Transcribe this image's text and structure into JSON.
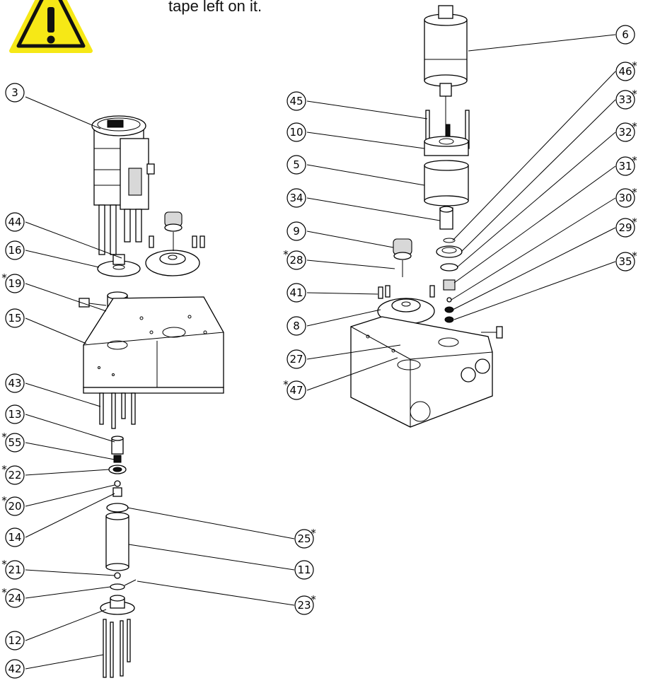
{
  "warning": {
    "icon": "warning-triangle-icon",
    "text": "tape left on it.",
    "icon_color": "#f6e816"
  },
  "callouts": [
    {
      "label": "3",
      "starred": false
    },
    {
      "label": "44",
      "starred": false
    },
    {
      "label": "16",
      "starred": false
    },
    {
      "label": "19",
      "starred": true
    },
    {
      "label": "15",
      "starred": false
    },
    {
      "label": "43",
      "starred": false
    },
    {
      "label": "13",
      "starred": false
    },
    {
      "label": "55",
      "starred": true
    },
    {
      "label": "22",
      "starred": true
    },
    {
      "label": "20",
      "starred": true
    },
    {
      "label": "14",
      "starred": false
    },
    {
      "label": "21",
      "starred": true
    },
    {
      "label": "24",
      "starred": true
    },
    {
      "label": "12",
      "starred": false
    },
    {
      "label": "42",
      "starred": false
    },
    {
      "label": "25",
      "starred": true
    },
    {
      "label": "11",
      "starred": false
    },
    {
      "label": "23",
      "starred": true
    },
    {
      "label": "6",
      "starred": false
    },
    {
      "label": "46",
      "starred": true
    },
    {
      "label": "33",
      "starred": true
    },
    {
      "label": "32",
      "starred": true
    },
    {
      "label": "31",
      "starred": true
    },
    {
      "label": "30",
      "starred": true
    },
    {
      "label": "29",
      "starred": true
    },
    {
      "label": "35",
      "starred": true
    },
    {
      "label": "45",
      "starred": false
    },
    {
      "label": "10",
      "starred": false
    },
    {
      "label": "5",
      "starred": false
    },
    {
      "label": "34",
      "starred": false
    },
    {
      "label": "9",
      "starred": false
    },
    {
      "label": "28",
      "starred": true
    },
    {
      "label": "41",
      "starred": false
    },
    {
      "label": "8",
      "starred": false
    },
    {
      "label": "27",
      "starred": false
    },
    {
      "label": "47",
      "starred": true
    }
  ],
  "star_symbol": "*"
}
